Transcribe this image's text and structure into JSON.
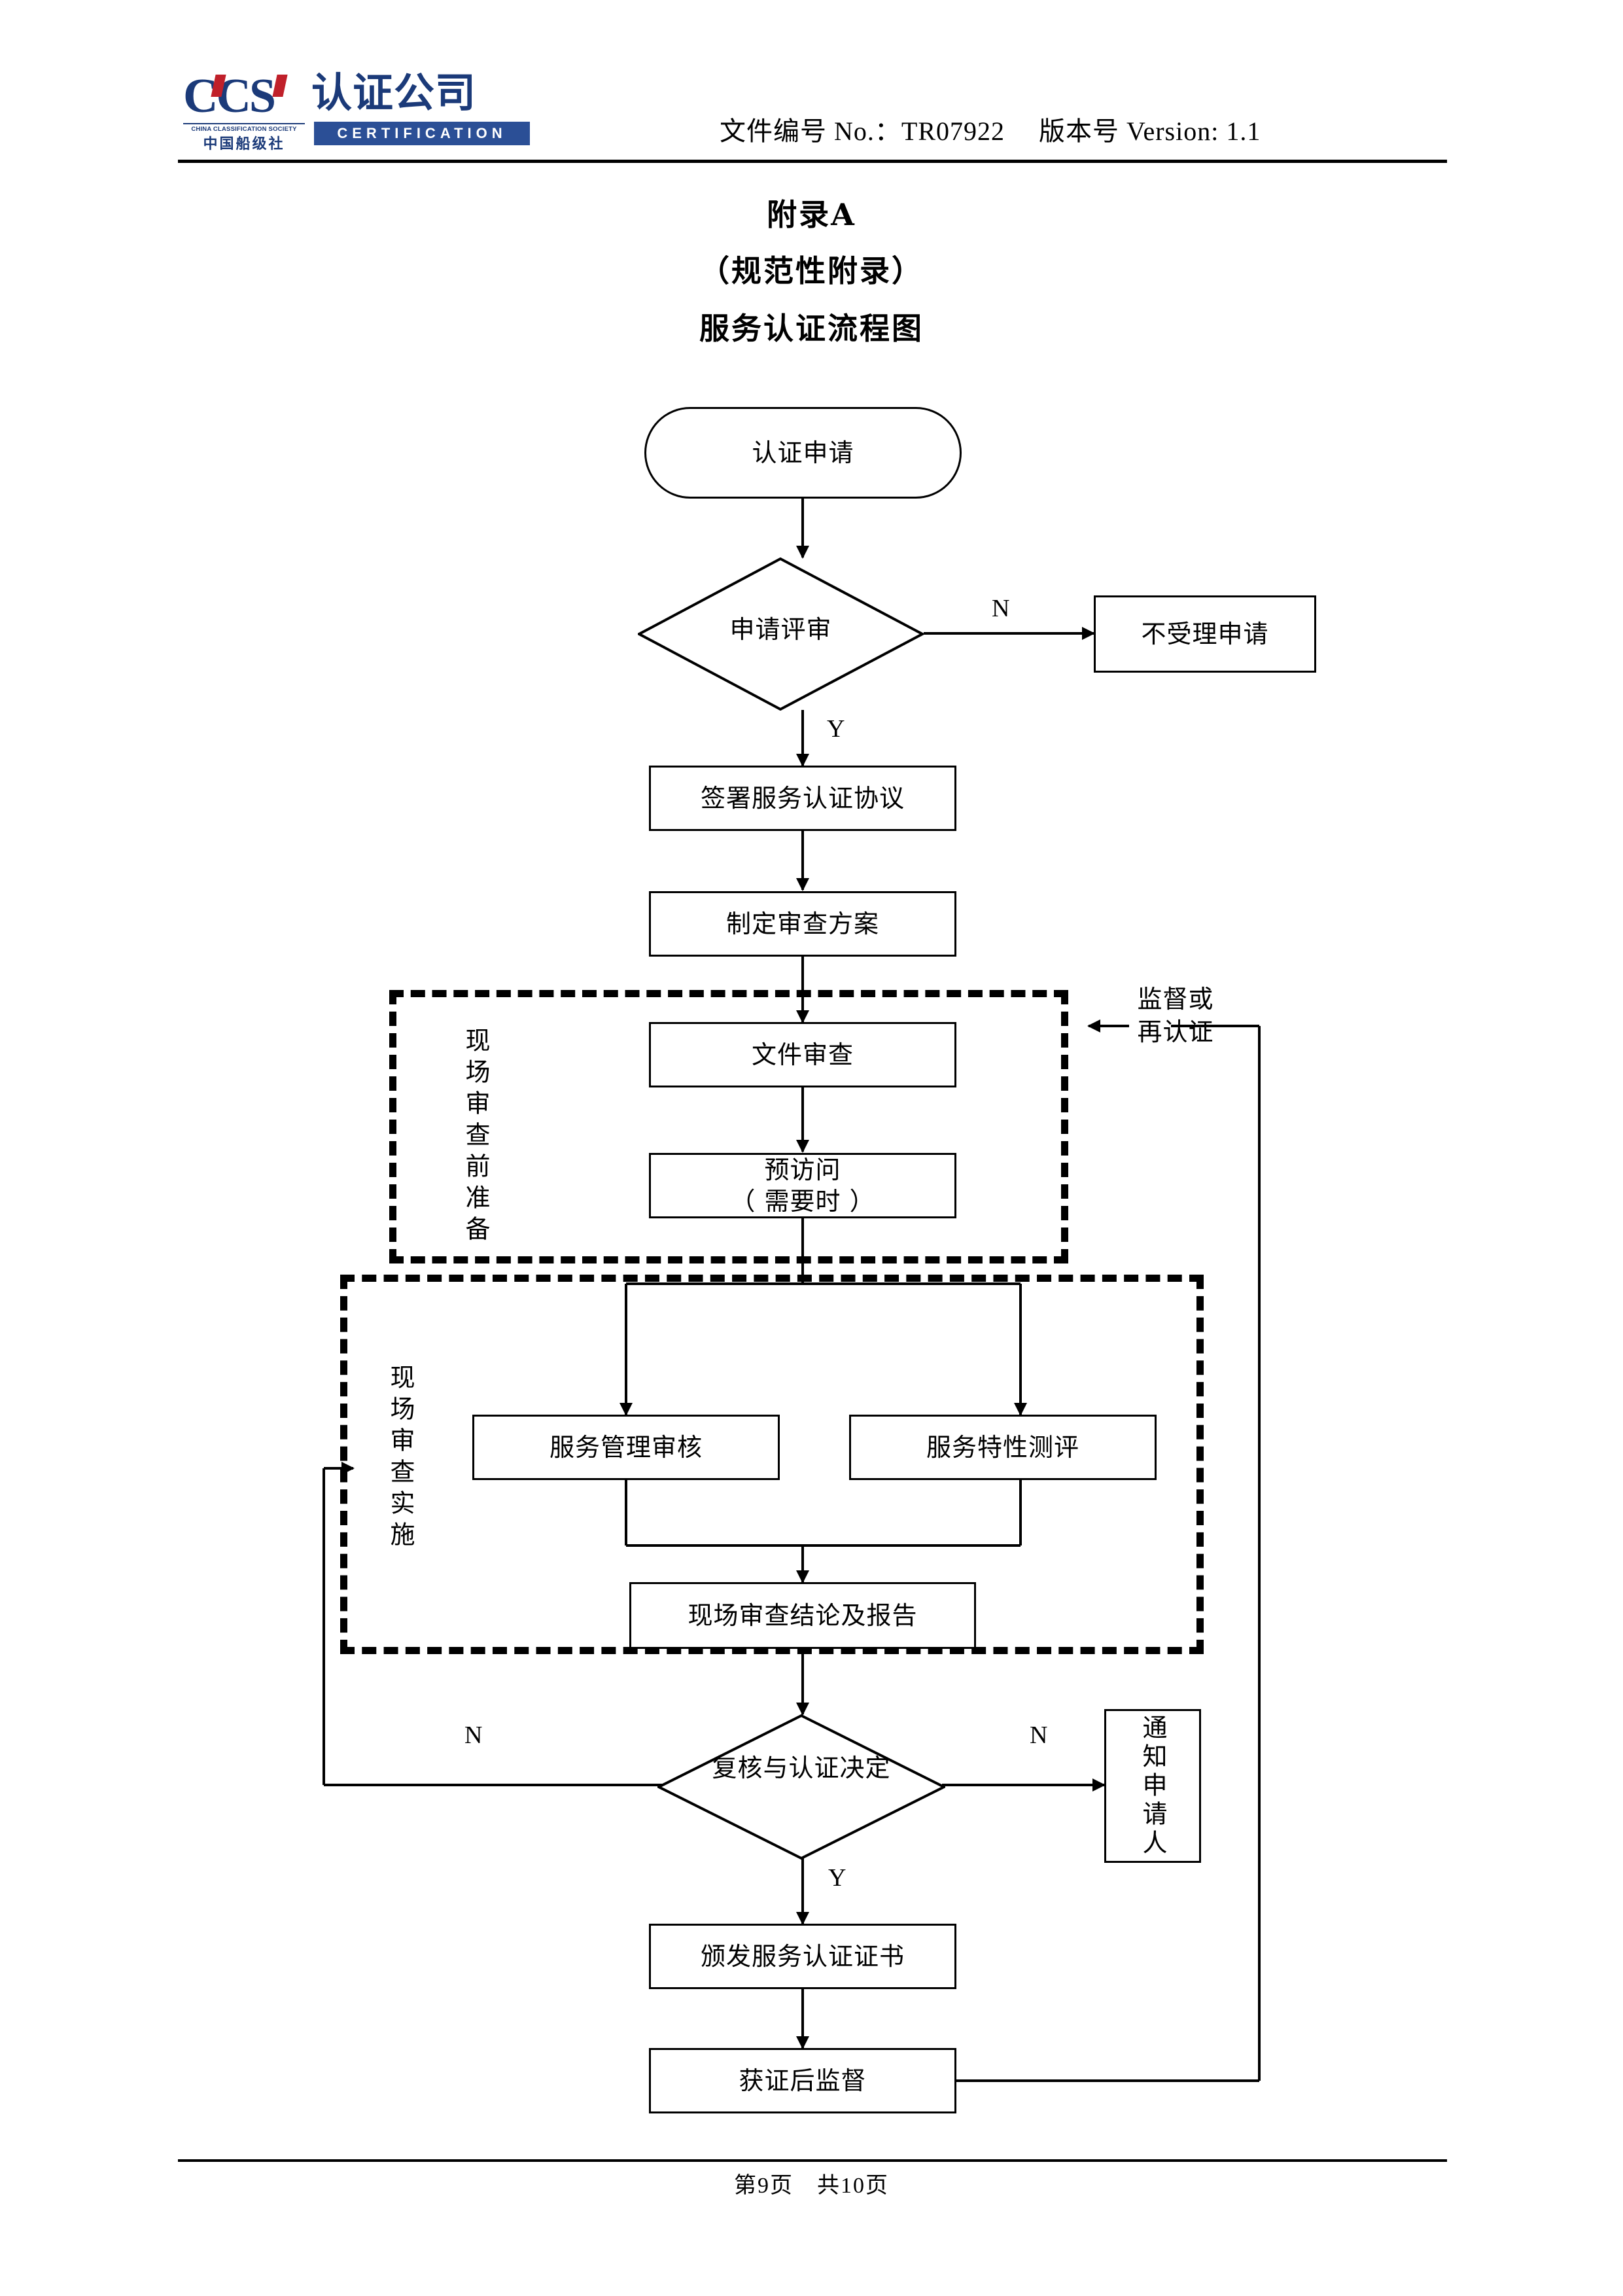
{
  "header": {
    "logo": {
      "mark": "CCS",
      "english_small": "CHINA CLASSIFICATION SOCIETY",
      "chinese_small": "中国船级社",
      "company_cn": "认证公司",
      "certification": "CERTIFICATION",
      "brand_blue": "#1b3a79",
      "brand_red": "#c0202a",
      "band_blue": "#2b4f96"
    },
    "meta": "文件编号 No.：TR07922　 版本号 Version: 1.1"
  },
  "title": {
    "line1": "附录A",
    "line2": "（规范性附录）",
    "line3": "服务认证流程图"
  },
  "chart_data": {
    "type": "flowchart",
    "title": "服务认证流程图",
    "nodes": [
      {
        "id": "n1",
        "label": "认证申请",
        "shape": "terminator"
      },
      {
        "id": "n2",
        "label": "申请评审",
        "shape": "decision"
      },
      {
        "id": "n3",
        "label": "不受理申请",
        "shape": "process"
      },
      {
        "id": "n4",
        "label": "签署服务认证协议",
        "shape": "process"
      },
      {
        "id": "n5",
        "label": "制定审查方案",
        "shape": "process"
      },
      {
        "id": "n6",
        "label": "文件审查",
        "shape": "process"
      },
      {
        "id": "n7",
        "label": "预访问\n（ 需要时 ）",
        "shape": "process"
      },
      {
        "id": "n8",
        "label": "服务管理审核",
        "shape": "process"
      },
      {
        "id": "n9",
        "label": "服务特性测评",
        "shape": "process"
      },
      {
        "id": "n10",
        "label": "现场审查结论及报告",
        "shape": "process"
      },
      {
        "id": "n11",
        "label": "复核与认证决定",
        "shape": "decision"
      },
      {
        "id": "n12",
        "label": "通知申请人",
        "shape": "process"
      },
      {
        "id": "n13",
        "label": "颁发服务认证证书",
        "shape": "process"
      },
      {
        "id": "n14",
        "label": "获证后监督",
        "shape": "process"
      }
    ],
    "edges": [
      {
        "from": "n1",
        "to": "n2",
        "label": ""
      },
      {
        "from": "n2",
        "to": "n3",
        "label": "N"
      },
      {
        "from": "n2",
        "to": "n4",
        "label": "Y"
      },
      {
        "from": "n4",
        "to": "n5",
        "label": ""
      },
      {
        "from": "n5",
        "to": "n6",
        "label": ""
      },
      {
        "from": "n6",
        "to": "n7",
        "label": ""
      },
      {
        "from": "n7",
        "to": "n8",
        "label": ""
      },
      {
        "from": "n7",
        "to": "n9",
        "label": ""
      },
      {
        "from": "n8",
        "to": "n10",
        "label": ""
      },
      {
        "from": "n9",
        "to": "n10",
        "label": ""
      },
      {
        "from": "n10",
        "to": "n11",
        "label": ""
      },
      {
        "from": "n11",
        "to": "n12",
        "label": "N"
      },
      {
        "from": "n11",
        "to": "n13",
        "label": "Y"
      },
      {
        "from": "n11",
        "to": "group2",
        "label": "N"
      },
      {
        "from": "n13",
        "to": "n14",
        "label": ""
      },
      {
        "from": "n14",
        "to": "group1",
        "label": "监督或再认证"
      }
    ],
    "groups": [
      {
        "id": "group1",
        "label": "现场审查前准备",
        "members": [
          "n6",
          "n7"
        ]
      },
      {
        "id": "group2",
        "label": "现场审查实施",
        "members": [
          "n8",
          "n9",
          "n10"
        ]
      }
    ],
    "branch_labels": {
      "n2_no": "N",
      "n2_yes": "Y",
      "n11_no_left": "N",
      "n11_no_right": "N",
      "n11_yes": "Y"
    },
    "annotations": [
      {
        "id": "resurveillance",
        "text": "监督或\n再认证"
      }
    ]
  },
  "footer": {
    "page": "第9页　共10页"
  }
}
